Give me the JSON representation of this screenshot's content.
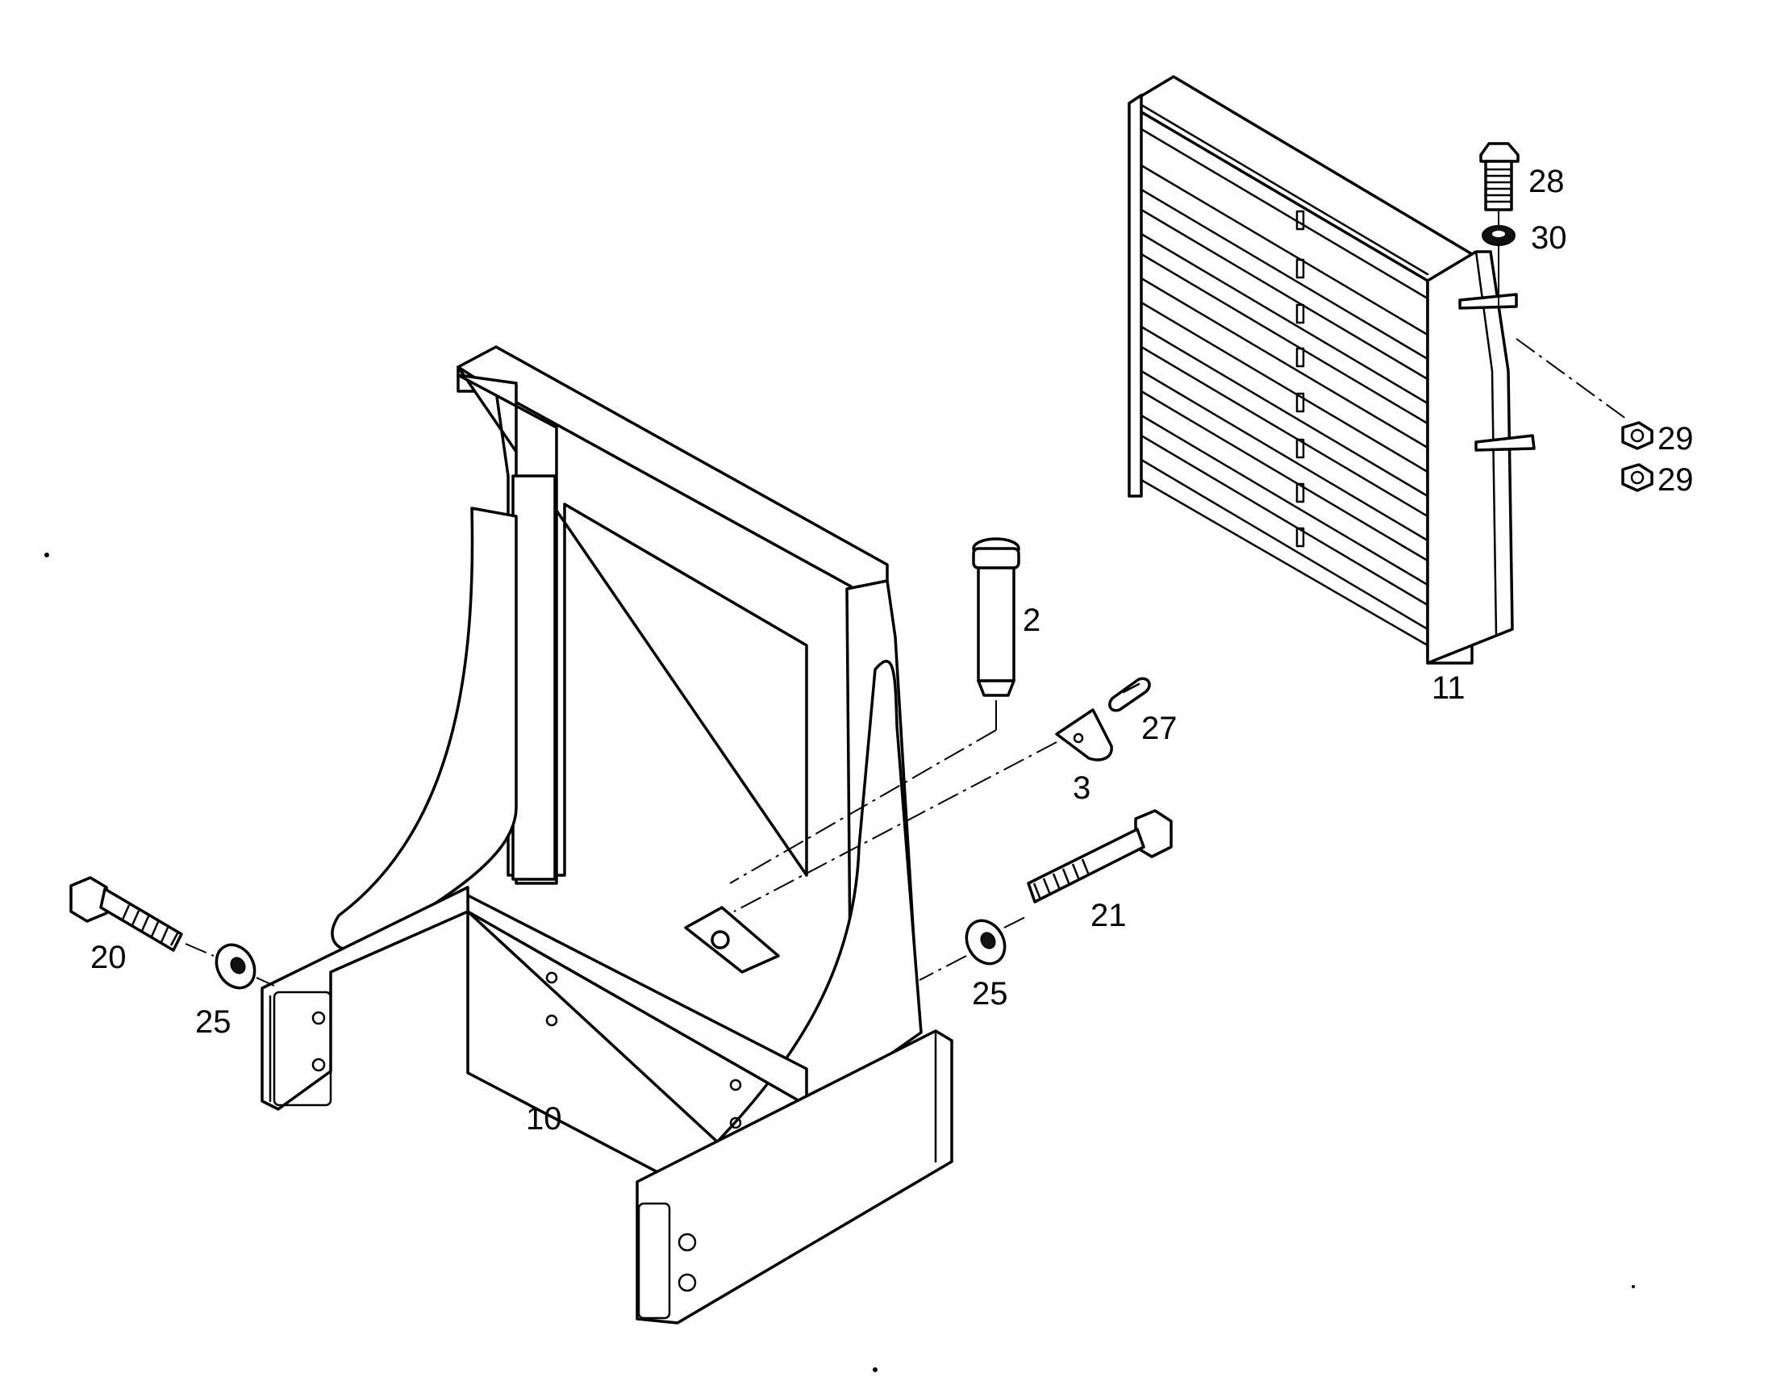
{
  "labels": {
    "p2": "2",
    "p3": "3",
    "p10": "10",
    "p11": "11",
    "p20": "20",
    "p21": "21",
    "p25a": "25",
    "p25b": "25",
    "p27": "27",
    "p28": "28",
    "p29a": "29",
    "p29b": "29",
    "p30": "30"
  },
  "colors": {
    "line": "#000000",
    "background": "#ffffff"
  }
}
